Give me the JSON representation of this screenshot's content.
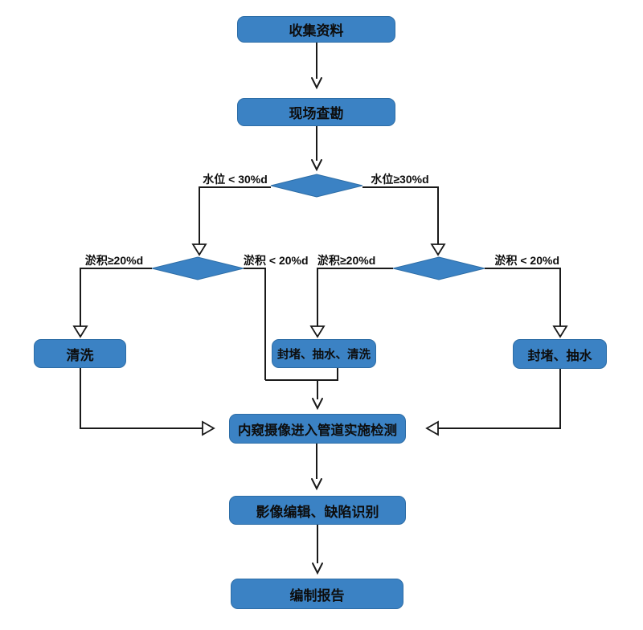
{
  "diagram": {
    "background": "#ffffff",
    "node_fill": "#3b82c4",
    "node_border": "#2d6da6",
    "line_color": "#1a1a1a",
    "text_color": "#0d0d0d"
  },
  "nodes": {
    "collect_data": "收集资料",
    "site_survey": "现场查勘",
    "cleaning": "清洗",
    "plug_pump_clean": "封堵、抽水、清洗",
    "plug_pump": "封堵、抽水",
    "inspection": "内窥摄像进入管道实施检测",
    "image_edit": "影像编辑、缺陷识别",
    "report": "编制报告"
  },
  "branch_labels": {
    "water_below": "水位 < 30%d",
    "water_above": "水位≥30%d",
    "silt_above_left": "淤积≥20%d",
    "silt_below_left": "淤积 < 20%d",
    "silt_above_right": "淤积≥20%d",
    "silt_below_right": "淤积 < 20%d"
  }
}
